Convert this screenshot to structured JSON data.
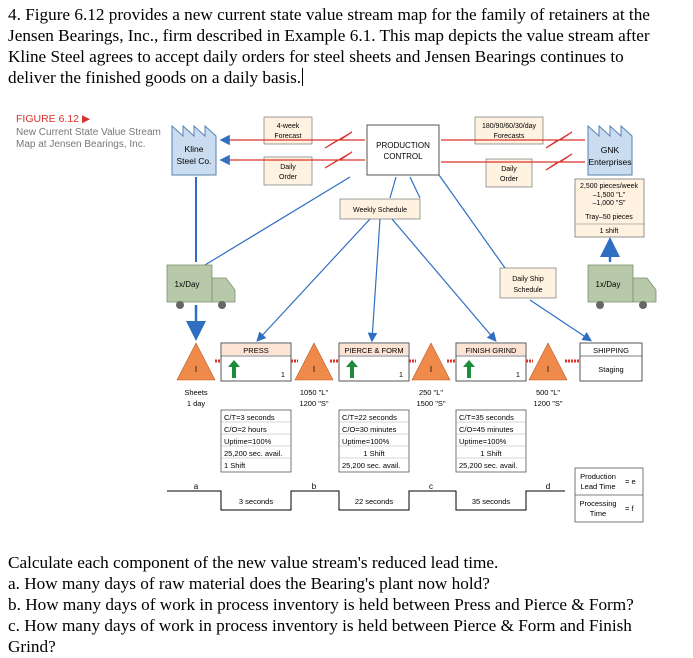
{
  "question_intro": [
    "4. Figure 6.12 provides a new current state value stream map for the family of retainers at the",
    "Jensen Bearings, Inc., firm described in Example 6.1. This map depicts the value stream after",
    "Kline Steel agrees to accept daily orders for steel sheets and Jensen Bearings continues to",
    "deliver the finished goods on a daily basis."
  ],
  "figure": {
    "label": "FIGURE 6.12 ▶",
    "caption_lines": [
      "New Current State Value Stream",
      "Map at Jensen Bearings, Inc."
    ],
    "supplier": "Kline Steel Co.",
    "supplier_lines": [
      "Kline",
      "Steel Co."
    ],
    "customer_lines": [
      "GNK",
      "Enterprises"
    ],
    "control": [
      "PRODUCTION",
      "CONTROL"
    ],
    "forecast_left": [
      "4-week",
      "Forecast"
    ],
    "order_left": [
      "Daily",
      "Order"
    ],
    "forecast_right": [
      "180/90/60/30/day",
      "Forecasts"
    ],
    "order_right": [
      "Daily",
      "Order"
    ],
    "weekly_schedule": "Weekly Schedule",
    "daily_ship": [
      "Daily Ship",
      "Schedule"
    ],
    "customer_data": [
      "2,500 pieces/week",
      "–1,500 \"L\"",
      "–1,000 \"S\"",
      "Tray–50 pieces",
      "1 shift"
    ],
    "truck_left": "1x/Day",
    "truck_right": "1x/Day",
    "processes": [
      {
        "name": "PRESS",
        "op": "1",
        "data": [
          "C/T=3 seconds",
          "C/O=2 hours",
          "Uptime=100%",
          "25,200 sec. avail.",
          "1 Shift"
        ]
      },
      {
        "name": "PIERCE & FORM",
        "op": "1",
        "data": [
          "C/T=22 seconds",
          "C/O=30 minutes",
          "Uptime=100%",
          "1 Shift",
          "25,200 sec. avail."
        ]
      },
      {
        "name": "FINISH GRIND",
        "op": "1",
        "data": [
          "C/T=35 seconds",
          "C/O=45 minutes",
          "Uptime=100%",
          "1 Shift",
          "25,200 sec. avail."
        ]
      }
    ],
    "shipping": [
      "SHIPPING",
      "Staging"
    ],
    "inventories": [
      {
        "id": "sheets",
        "lines": [
          "Sheets",
          "1 day"
        ]
      },
      {
        "id": "inv1",
        "lines": [
          "1050 \"L\"",
          "1200 \"S\""
        ]
      },
      {
        "id": "inv2",
        "lines": [
          "250 \"L\"",
          "1500 \"S\""
        ]
      },
      {
        "id": "inv3",
        "lines": [
          "500 \"L\"",
          "1200 \"S\""
        ]
      }
    ],
    "timeline_letters": [
      "a",
      "b",
      "c",
      "d"
    ],
    "timeline_times": [
      "3 seconds",
      "22 seconds",
      "35 seconds"
    ],
    "summary": {
      "lead": [
        "Production",
        "Lead Time"
      ],
      "lead_val": "= e",
      "proc": [
        "Processing",
        "Time"
      ],
      "proc_val": "= f"
    },
    "inventory_icon_letter": "I"
  },
  "question_bottom": [
    "Calculate each component of the new value stream's reduced lead time.",
    "a. How many days of raw material does the Bearing's plant now hold?",
    "b. How many days of work in process inventory is held between Press and Pierce & Form?",
    "c. How many days of work in process inventory is held between Pierce & Form and Finish",
    "Grind?"
  ],
  "colors": {
    "accent_red": "#d9332b",
    "arrow_blue": "#2f6fc2",
    "inventory_orange": "#f08a4b",
    "truck_green": "#b7c9a8",
    "process_fill": "#ffffff",
    "green_arrow": "#1e8a3c"
  }
}
